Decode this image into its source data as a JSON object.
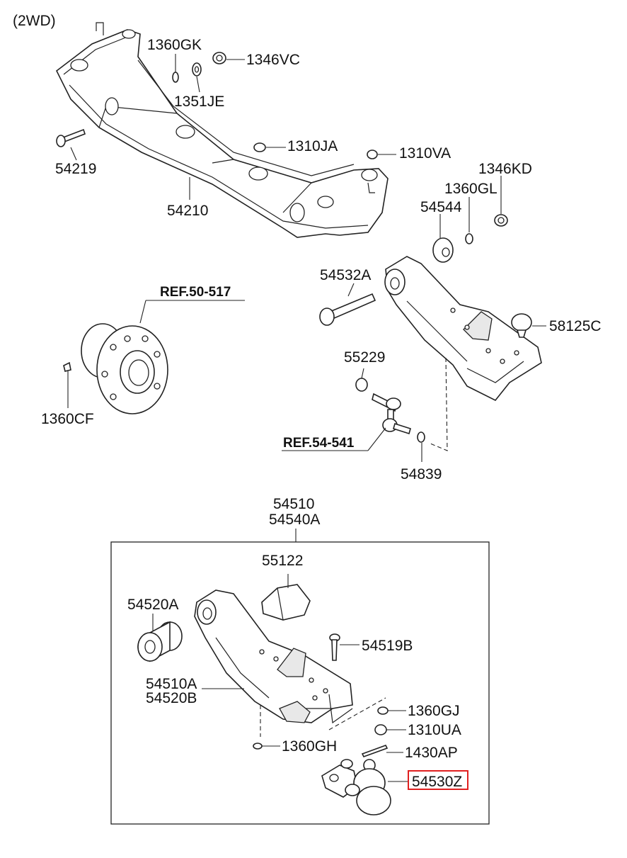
{
  "diagram": {
    "variant_label": "(2WD)",
    "highlight_color": "#e02020",
    "labels": {
      "p1360GK": "1360GK",
      "p1346VC": "1346VC",
      "p1351JE": "1351JE",
      "p54219": "54219",
      "p1310JA": "1310JA",
      "p1310VA": "1310VA",
      "p54210": "54210",
      "p1346KD": "1346KD",
      "p1360GL": "1360GL",
      "p54544": "54544",
      "p54532A": "54532A",
      "p58125C": "58125C",
      "ref50517": "REF.50-517",
      "p55229": "55229",
      "p1360CF": "1360CF",
      "ref54541": "REF.54-541",
      "p54839": "54839",
      "p54510": "54510",
      "p54540A": "54540A",
      "p55122": "55122",
      "p54520A": "54520A",
      "p54519B": "54519B",
      "p54510A": "54510A",
      "p54520B": "54520B",
      "p1360GJ": "1360GJ",
      "p1310UA": "1310UA",
      "p1360GH": "1360GH",
      "p1430AP": "1430AP",
      "p54530Z": "54530Z"
    }
  }
}
